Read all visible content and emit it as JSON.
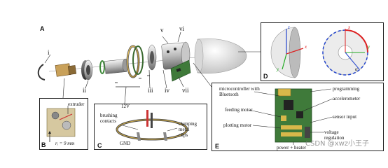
{
  "panels": {
    "a": {
      "letter": "A",
      "callouts": [
        "i",
        "ii",
        "iii",
        "iv",
        "v",
        "vi",
        "vii"
      ]
    },
    "b": {
      "letter": "B",
      "extruder_label": "extruder",
      "radius_label": "rᵢ = 9 mm"
    },
    "c": {
      "letter": "C",
      "voltage_label": "12V",
      "brushing_label": "brushing\ncontacts",
      "gnd_label": "GND",
      "clip_label": "clamping\nmetal\nclips"
    },
    "d": {
      "letter": "D",
      "axis_z": "z",
      "axis_x_left": "x",
      "axis_y_left": "y",
      "axis_x_right": "x",
      "axis_y_right": "y",
      "angle_label": "α"
    },
    "e": {
      "letter": "E",
      "left_labels": [
        "microcontroller with\nBluetooth",
        "feeding motor",
        "plotting motor"
      ],
      "right_labels": [
        "programming",
        "accelerometer",
        "sensor input",
        "voltage\nregulation"
      ],
      "bottom_label": "power + heater",
      "watermark": "CSDN @xwz小王子"
    }
  },
  "colors": {
    "pcb_green": "#3f7a3a",
    "connector_yellow": "#d8b84a",
    "axis_red": "#d22",
    "axis_green": "#2a2",
    "axis_blue": "#24c"
  }
}
